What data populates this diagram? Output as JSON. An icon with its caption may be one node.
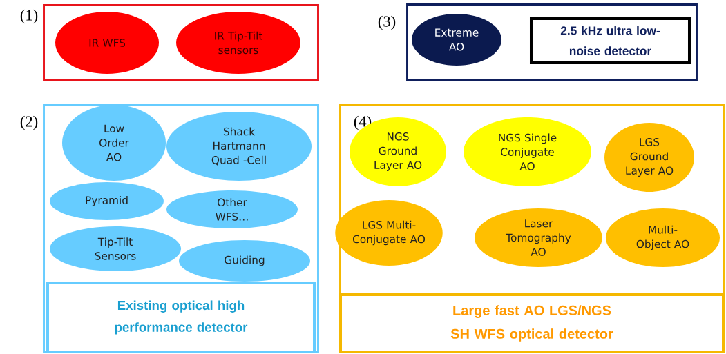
{
  "diagram": {
    "nodes": [
      {
        "text": [
          "(1)"
        ]
      },
      {
        "text": [
          "IR WFS"
        ],
        "in": 0
      },
      {
        "text": [
          "IR Tip-Tilt sensors"
        ],
        "in": 0
      },
      {
        "text": [
          "(3)"
        ]
      },
      {
        "text": [
          "Extreme AO"
        ],
        "in": 3
      },
      {
        "text": [
          "2.5 kHz ultra low-noise detector"
        ],
        "in": 3
      },
      {
        "text": [
          "(2)"
        ]
      },
      {
        "text": [
          "Low Order AO"
        ],
        "in": 6
      },
      {
        "text": [
          "Shack Hartmann Quad -Cell"
        ],
        "in": 6
      },
      {
        "text": [
          "Pyramid"
        ],
        "in": 6
      },
      {
        "text": [
          "Other WFS…"
        ],
        "in": 6
      },
      {
        "text": [
          "Tip-Tilt Sensors"
        ],
        "in": 6
      },
      {
        "text": [
          "Guiding"
        ],
        "in": 6
      },
      {
        "text": [
          "Existing optical high performance detector"
        ],
        "in": 6
      },
      {
        "text": [
          "(4)"
        ]
      },
      {
        "text": [
          "NGS Ground Layer AO"
        ],
        "in": 14
      },
      {
        "text": [
          "NGS Single Conjugate AO"
        ],
        "in": 14
      },
      {
        "text": [
          "LGS Ground Layer AO"
        ],
        "in": 14
      },
      {
        "text": [
          "LGS Multi-Conjugate AO"
        ],
        "in": 14
      },
      {
        "text": [
          "Laser Tomography AO"
        ],
        "in": 14
      },
      {
        "text": [
          "Multi-Object AO"
        ],
        "in": 14
      },
      {
        "text": [
          "Large fast AO LGS/NGS SH WFS optical detector"
        ],
        "in": 14
      }
    ],
    "edges": []
  }
}
